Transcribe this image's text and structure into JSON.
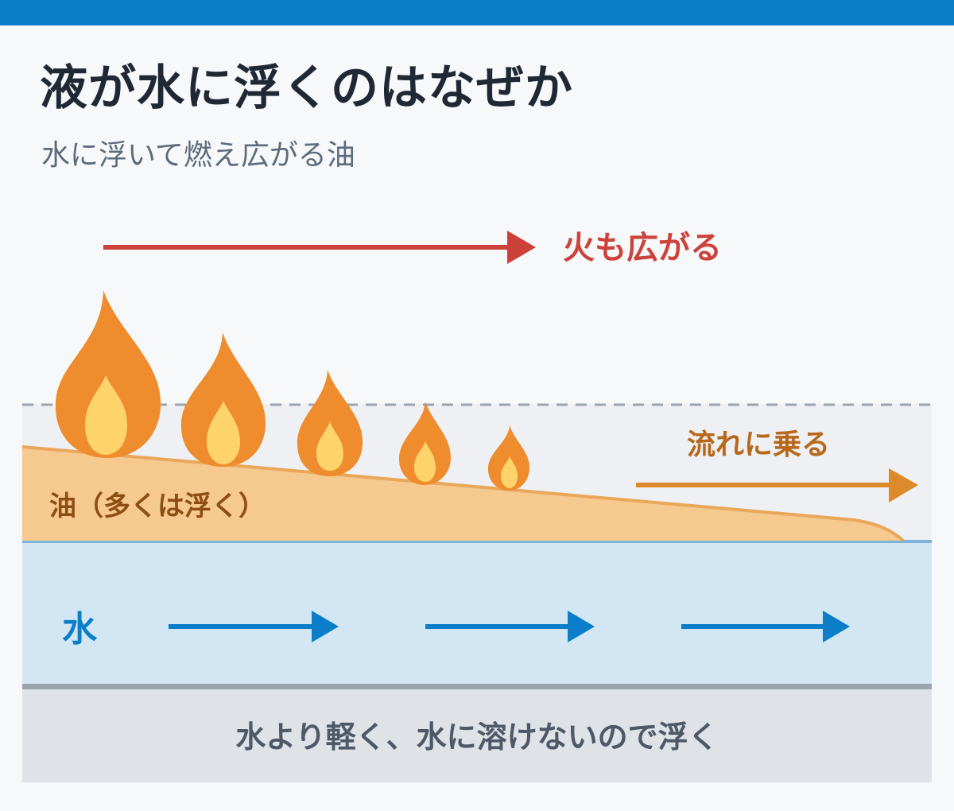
{
  "header": {
    "title": "液が水に浮くのはなぜか",
    "subtitle": "水に浮いて燃え広がる油"
  },
  "diagram": {
    "fire_label": "火も広がる",
    "flow_label": "流れに乗る",
    "oil_label": "油（多くは浮く）",
    "water_label": "水",
    "footer_text": "水より軽く、水に溶けないので浮く"
  },
  "colors": {
    "accent_blue": "#0a7ec8",
    "fire_red": "#cc4139",
    "flame_orange": "#ee8c2e",
    "flame_inner": "#fdd36a",
    "oil": "#f6c98f",
    "oil_text": "#8c4e12",
    "flow_orange": "#dd8a2a",
    "water": "#d2e6f4",
    "footer_bg": "#dfe3e8",
    "footer_text": "#4e5866"
  },
  "icons": [
    "flame-icon",
    "arrow-right-icon"
  ]
}
